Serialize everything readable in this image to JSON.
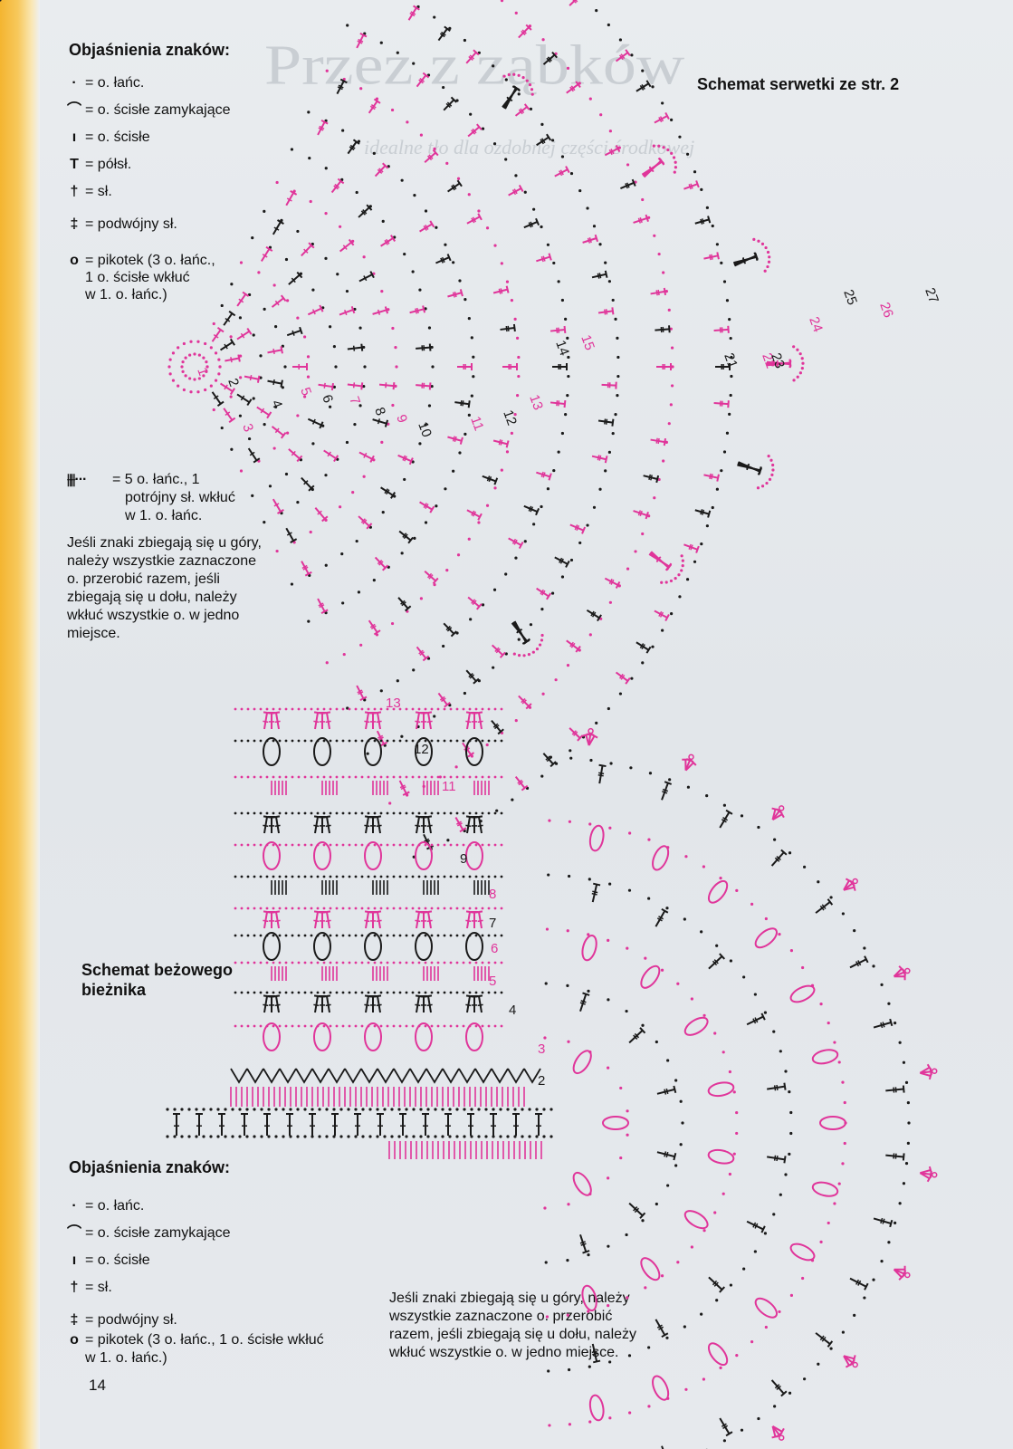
{
  "background_title": "Przez z ząbków",
  "background_subtitle": "idealne tło dla ozdobnej części środkowej",
  "top": {
    "legend_heading": "Objaśnienia znaków:",
    "legend": [
      {
        "symbol": "·",
        "text": "= o. łańc."
      },
      {
        "symbol": "⌒",
        "text": "= o. ścisłe zamykające"
      },
      {
        "symbol": "ı",
        "text": "= o. ścisłe"
      },
      {
        "symbol": "T",
        "text": "= półsł."
      },
      {
        "symbol": "†",
        "text": "= sł."
      },
      {
        "symbol": "‡",
        "text": "= podwójny sł."
      },
      {
        "symbol": "o",
        "text": "= pikotek (3 o. łańc.,"
      },
      {
        "symbol": "",
        "text": "1 o. ścisłe wkłuć"
      },
      {
        "symbol": "",
        "text": "w 1. o. łańc.)"
      }
    ],
    "special_symbol": "⫲⫲···",
    "special_lines": [
      "= 5 o. łańc., 1",
      "potrójny sł. wkłuć",
      "w 1. o. łańc."
    ],
    "note_lines": [
      "Jeśli znaki zbiegają się u góry,",
      "należy wszystkie zaznaczone",
      "o. przerobić razem, jeśli",
      "zbiegają się u dołu, należy",
      "wkłuć wszystkie o. w jedno",
      "miejsce."
    ],
    "diagram_title": "Schemat serwetki ze str. 2",
    "round_numbers": [
      "1",
      "2",
      "3",
      "4",
      "5",
      "6",
      "7",
      "8",
      "9",
      "10",
      "11",
      "12",
      "13",
      "14",
      "15",
      "21",
      "22",
      "23",
      "24",
      "25",
      "26",
      "27"
    ]
  },
  "bottom": {
    "diagram_title_lines": [
      "Schemat beżowego",
      "bieżnika"
    ],
    "legend_heading": "Objaśnienia znaków:",
    "legend": [
      {
        "symbol": "·",
        "text": "= o. łańc."
      },
      {
        "symbol": "⌒",
        "text": "= o. ścisłe zamykające"
      },
      {
        "symbol": "ı",
        "text": "= o. ścisłe"
      },
      {
        "symbol": "†",
        "text": "= sł."
      },
      {
        "symbol": "‡",
        "text": "= podwójny sł."
      },
      {
        "symbol": "o",
        "text": "= pikotek (3 o. łańc., 1 o. ścisłe wkłuć"
      },
      {
        "symbol": "",
        "text": "w 1. o. łańc.)"
      }
    ],
    "note_lines": [
      "Jeśli znaki zbiegają się u góry, należy",
      "wszystkie zaznaczone o. przerobić",
      "razem, jeśli zbiegają się u dołu, należy",
      "wkłuć wszystkie o. w jedno miejsce."
    ],
    "round_numbers": [
      "2",
      "3",
      "4",
      "5",
      "6",
      "7",
      "8",
      "9",
      "11",
      "12",
      "13"
    ]
  },
  "page_number": "14",
  "colors": {
    "pink": "#e0359a",
    "black": "#1a1a1a",
    "stripe": "#f4b530"
  }
}
